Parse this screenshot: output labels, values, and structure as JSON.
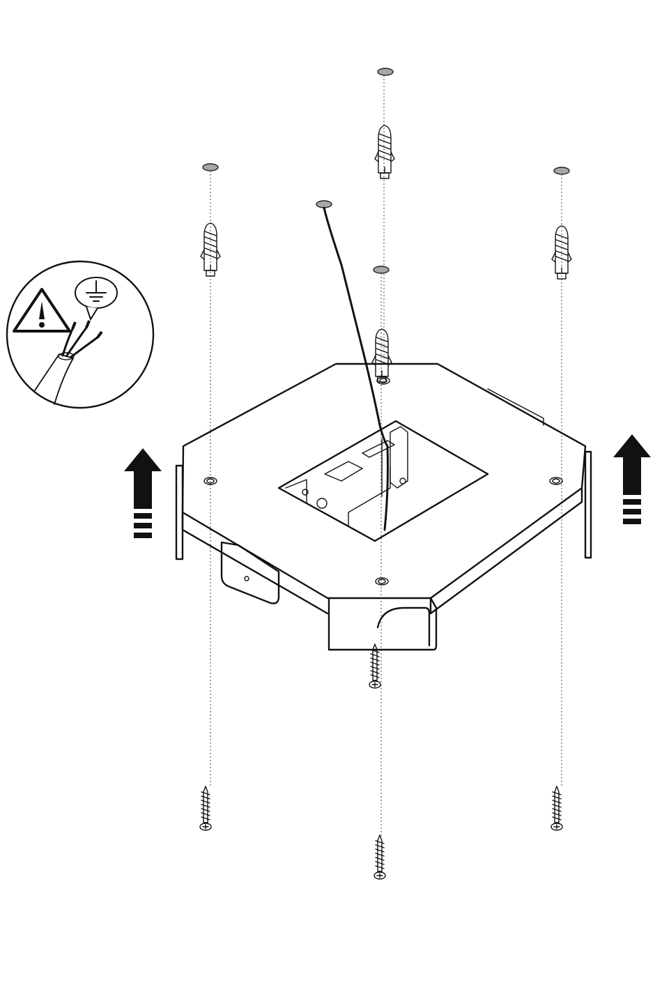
{
  "diagram": {
    "kind": "installation-illustration",
    "description_text": [],
    "colors": {
      "line": "#111111",
      "drill_hole": "#a7a7a7",
      "arrow": "#111111",
      "background": "#ffffff"
    },
    "icons": [
      "warning-triangle-icon",
      "protective-earth-icon",
      "up-arrow-icon"
    ],
    "parts": {
      "drill_holes": 5,
      "wall_plugs": 4,
      "screws": 4,
      "cable_entries": 1
    }
  }
}
